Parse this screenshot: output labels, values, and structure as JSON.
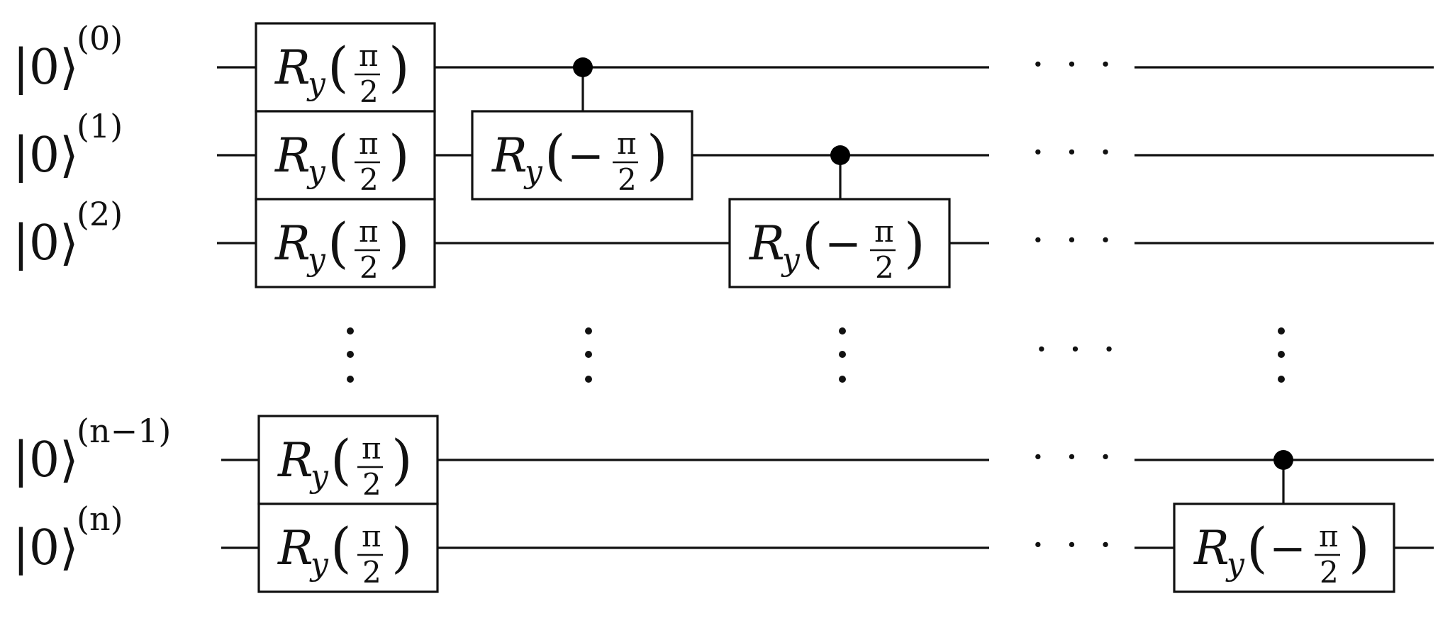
{
  "qubits": [
    {
      "state": "|0⟩",
      "index": "(0)"
    },
    {
      "state": "|0⟩",
      "index": "(1)"
    },
    {
      "state": "|0⟩",
      "index": "(2)"
    },
    {
      "state": "|0⟩",
      "index": "(n−1)"
    },
    {
      "state": "|0⟩",
      "index": "(n)"
    }
  ],
  "gates": {
    "hadamard_like": {
      "name": "R",
      "sub": "y",
      "sign": "",
      "numerator": "π",
      "denominator": "2"
    },
    "controlled": {
      "name": "R",
      "sub": "y",
      "sign": "−",
      "numerator": "π",
      "denominator": "2"
    }
  },
  "ellipsis": {
    "horizontal": "· · ·"
  }
}
